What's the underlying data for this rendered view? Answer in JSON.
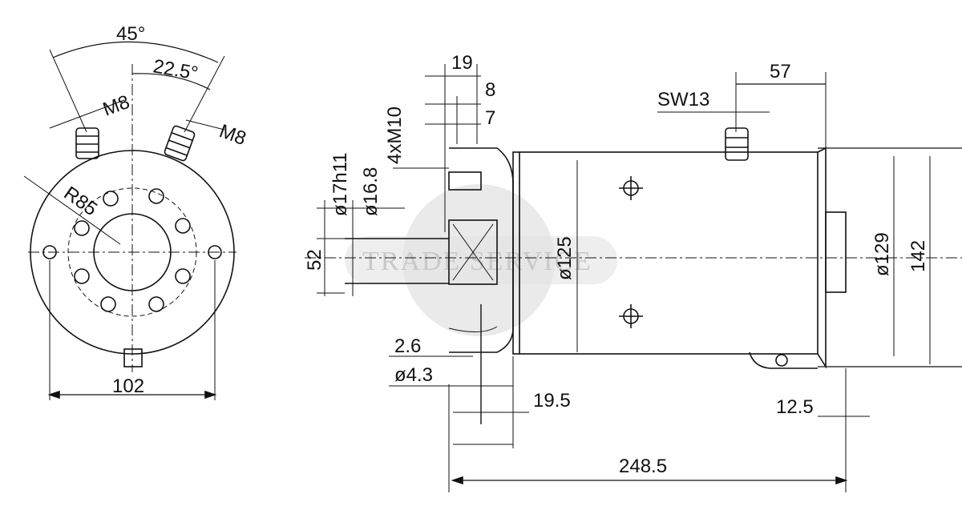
{
  "labels": {
    "angle_45": "45°",
    "angle_22_5": "22.5°",
    "thread_m8_left": "M8",
    "thread_m8_right": "M8",
    "radius_r85": "R85",
    "width_102": "102",
    "dim_19": "19",
    "dim_8": "8",
    "dim_7": "7",
    "thread_4xm10": "4xM10",
    "dia_17h11": "ø17h11",
    "dia_16_8": "ø16.8",
    "dim_52": "52",
    "dia_125": "ø125",
    "dia_129": "ø129",
    "dim_142": "142",
    "dim_57": "57",
    "sw13": "SW13",
    "dim_2_6": "2.6",
    "dia_4_3": "ø4.3",
    "dim_19_5": "19.5",
    "dim_12_5": "12.5",
    "dim_248_5": "248.5"
  },
  "watermark": "TRADE SERVICE",
  "colors": {
    "line": "#111111",
    "watermark": "#c9c9c9"
  }
}
